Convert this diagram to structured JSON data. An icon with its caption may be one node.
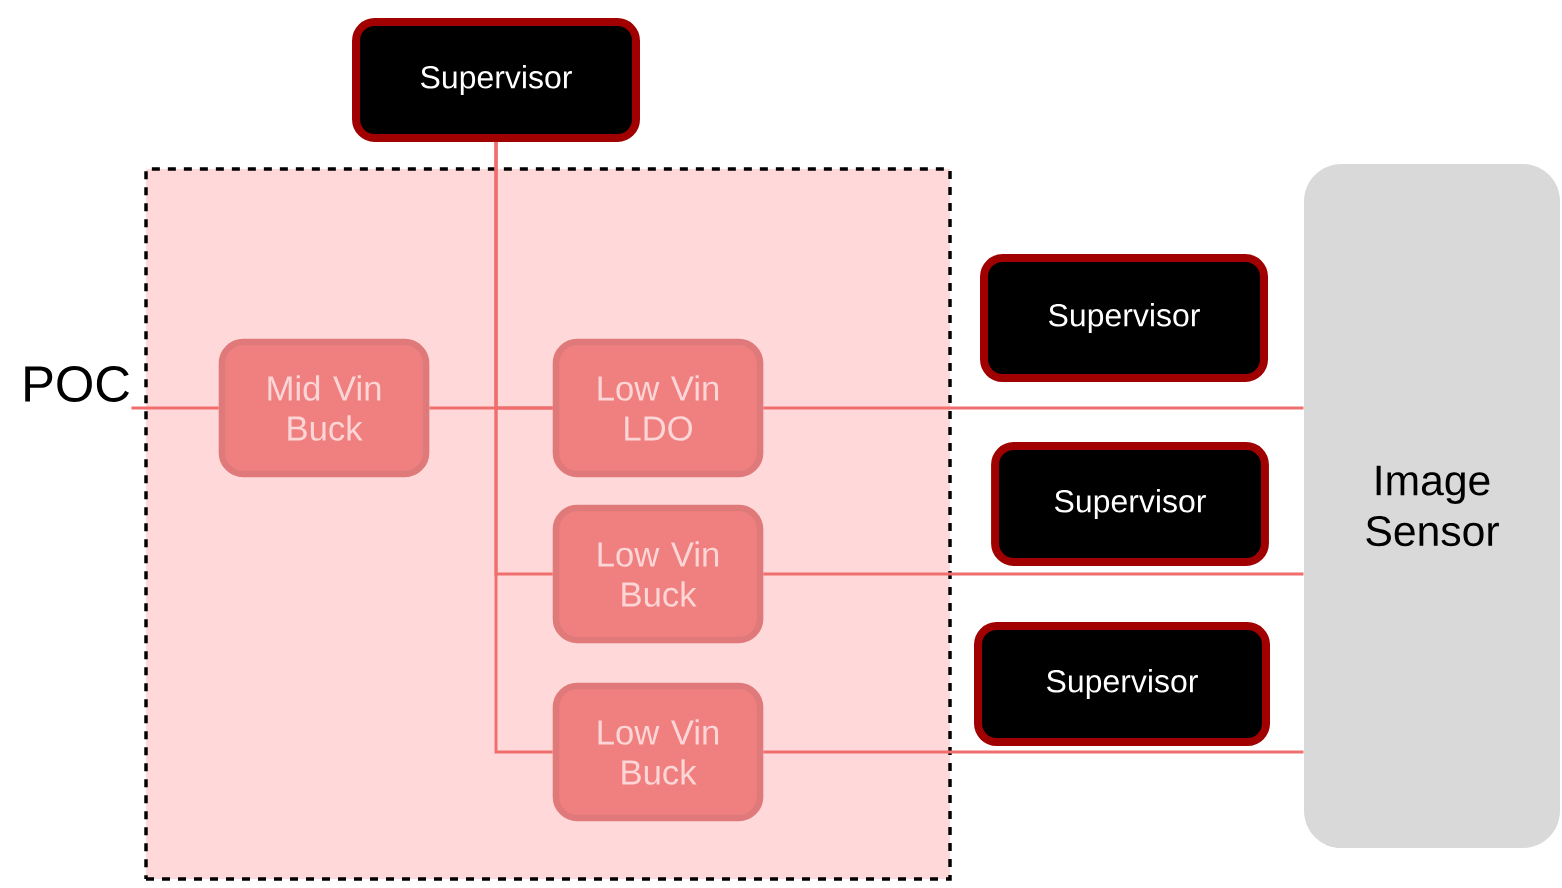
{
  "diagram": {
    "nodes": [
      {
        "text": [
          "Supervisor"
        ]
      },
      {
        "text": [],
        "shape": "box"
      },
      {
        "text": [
          "POC"
        ]
      },
      {
        "text": [
          "Mid Vin Buck"
        ],
        "in": 1
      },
      {
        "text": [
          "Low Vin LDO"
        ],
        "in": 1
      },
      {
        "text": [
          "Low Vin Buck"
        ],
        "in": 1
      },
      {
        "text": [
          "Low Vin Buck"
        ],
        "in": 1
      },
      {
        "text": [
          "Supervisor"
        ]
      },
      {
        "text": [
          "Supervisor"
        ]
      },
      {
        "text": [
          "Supervisor"
        ]
      },
      {
        "text": [
          "Image Sensor"
        ]
      }
    ],
    "edges": [
      {
        "from": 2,
        "to": 3,
        "arrow": "none"
      },
      {
        "from": 3,
        "to": 4,
        "arrow": "none"
      },
      {
        "from": 0,
        "to": 4,
        "arrow": "none"
      },
      {
        "from": 0,
        "to": 5,
        "arrow": "none"
      },
      {
        "from": 0,
        "to": 6,
        "arrow": "none"
      },
      {
        "from": 4,
        "to": 10,
        "arrow": "none"
      },
      {
        "from": 5,
        "to": 10,
        "arrow": "none"
      },
      {
        "from": 6,
        "to": 10,
        "arrow": "none"
      }
    ]
  }
}
